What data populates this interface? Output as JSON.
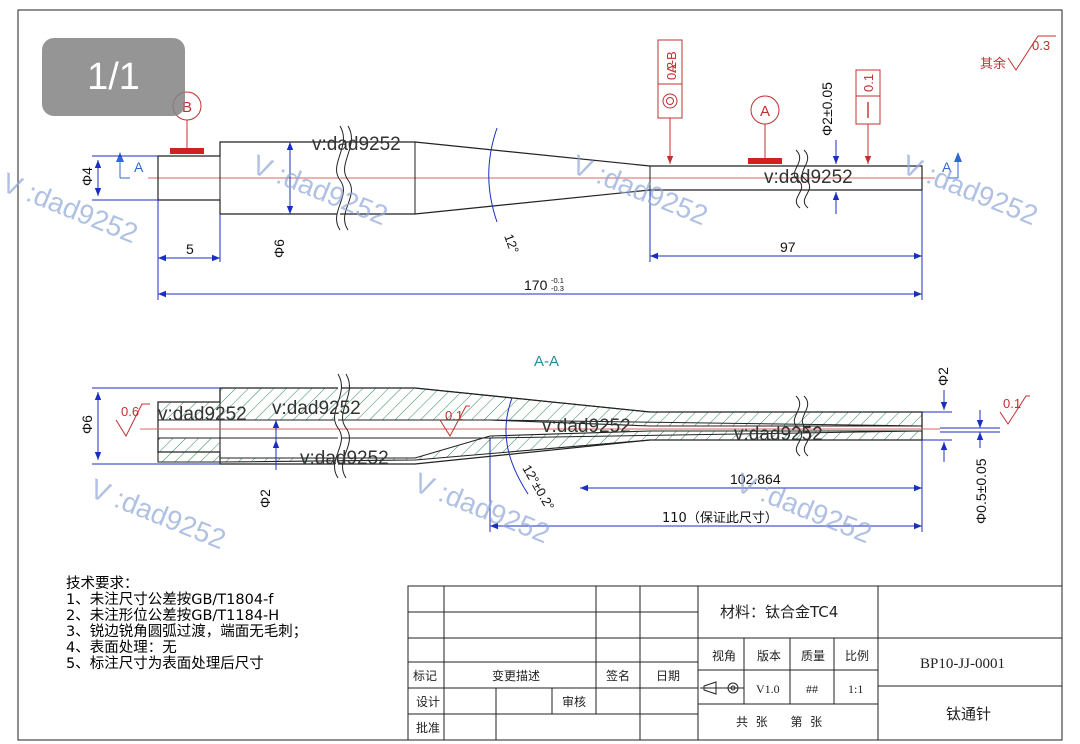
{
  "viewer": {
    "page_indicator": "1/1"
  },
  "drawing": {
    "roughness_general": {
      "prefix": "其余",
      "value": "0.3"
    },
    "datum_labels": {
      "B": "B",
      "A": "A"
    },
    "section_marker": "A",
    "section_title": "A-A",
    "fcf_runout": {
      "value": "0.2",
      "datums": "A-B"
    },
    "fcf_straightness": {
      "value": "0.1"
    },
    "dims_top": {
      "d4": "Φ4",
      "d6": "Φ6",
      "len5": "5",
      "angle": "12°",
      "len97": "97",
      "total": "170",
      "total_tol_upper": "-0.1",
      "total_tol_lower": "-0.3",
      "d2_tol": "Φ2±0.05"
    },
    "dims_section": {
      "d6": "Φ6",
      "d2": "Φ2",
      "d2_right": "Φ2",
      "angle": "12°±0.2°",
      "len102": "102.864",
      "len110": "110（保证此尺寸）",
      "d05": "Φ0.5±0.05",
      "rough_06": "0.6",
      "rough_01a": "0.1",
      "rough_01b": "0.1"
    },
    "watermarks": [
      "v:dad9252",
      "V :dad9252"
    ]
  },
  "notes": {
    "title": "技术要求：",
    "items": [
      "1、未注尺寸公差按GB/T1804-f",
      "2、未注形位公差按GB/T1184-H",
      "3、锐边锐角圆弧过渡，端面无毛刺；",
      "4、表面处理：无",
      "5、标注尺寸为表面处理后尺寸"
    ]
  },
  "title_block": {
    "material": "材料：钛合金TC4",
    "col_view": "视角",
    "col_version": "版本",
    "col_mass": "质量",
    "col_scale": "比例",
    "version": "V1.0",
    "mass": "##",
    "scale": "1:1",
    "sheet": "共  张      第  张",
    "drawing_no": "BP10-JJ-0001",
    "part_name": "钛通针",
    "rev_mark": "标记",
    "rev_desc": "变更描述",
    "rev_sign": "签名",
    "rev_date": "日期",
    "design": "设计",
    "review": "审核",
    "approve": "批准"
  },
  "colors": {
    "dim_blue": "#1a2fbf",
    "datum_red": "#c03030",
    "centerline": "#e06060",
    "hatch": "#2e8b57",
    "watermark": "#8fa8d8",
    "frame": "#222222"
  }
}
